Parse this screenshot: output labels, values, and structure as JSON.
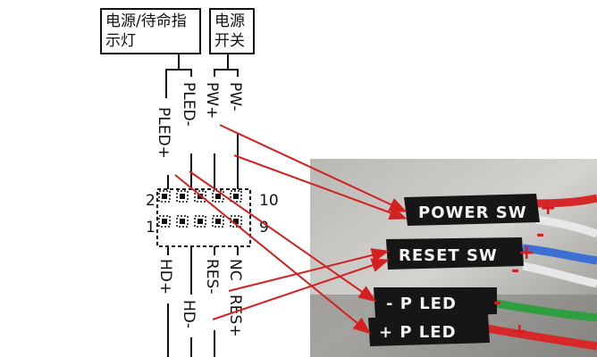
{
  "boxes": {
    "power_led": {
      "line1": "电源/待命指",
      "line2": "示灯"
    },
    "power_switch": {
      "line1": "电源",
      "line2": "开关"
    }
  },
  "pin_labels": {
    "pled_neg": "PLED-",
    "pled_pos": "PLED+",
    "pw_neg": "PW-",
    "pw_pos": "PW+",
    "hd_pos": "HD+",
    "hd_neg": "HD-",
    "res_neg": "RES-",
    "res_pos": "RES+",
    "nc": "NC"
  },
  "pin_numbers": {
    "top_left": "2",
    "bottom_left": "1",
    "top_right": "10",
    "bottom_right": "9"
  },
  "connectors": {
    "power_sw": {
      "label": "POWER SW",
      "plus": "+",
      "minus": "-"
    },
    "reset_sw": {
      "label": "RESET SW",
      "plus": "+",
      "minus": "-"
    },
    "neg_pled": {
      "label": "- P LED",
      "sign": "-"
    },
    "pos_pled": {
      "label": "+ P LED",
      "sign": "+"
    }
  },
  "colors": {
    "arrow": "#d42020",
    "wire_red": "#d62828",
    "wire_green": "#2e9e3e",
    "wire_blue": "#3b6fd1",
    "wire_white": "#e8e8e8",
    "connector": "#161616"
  }
}
